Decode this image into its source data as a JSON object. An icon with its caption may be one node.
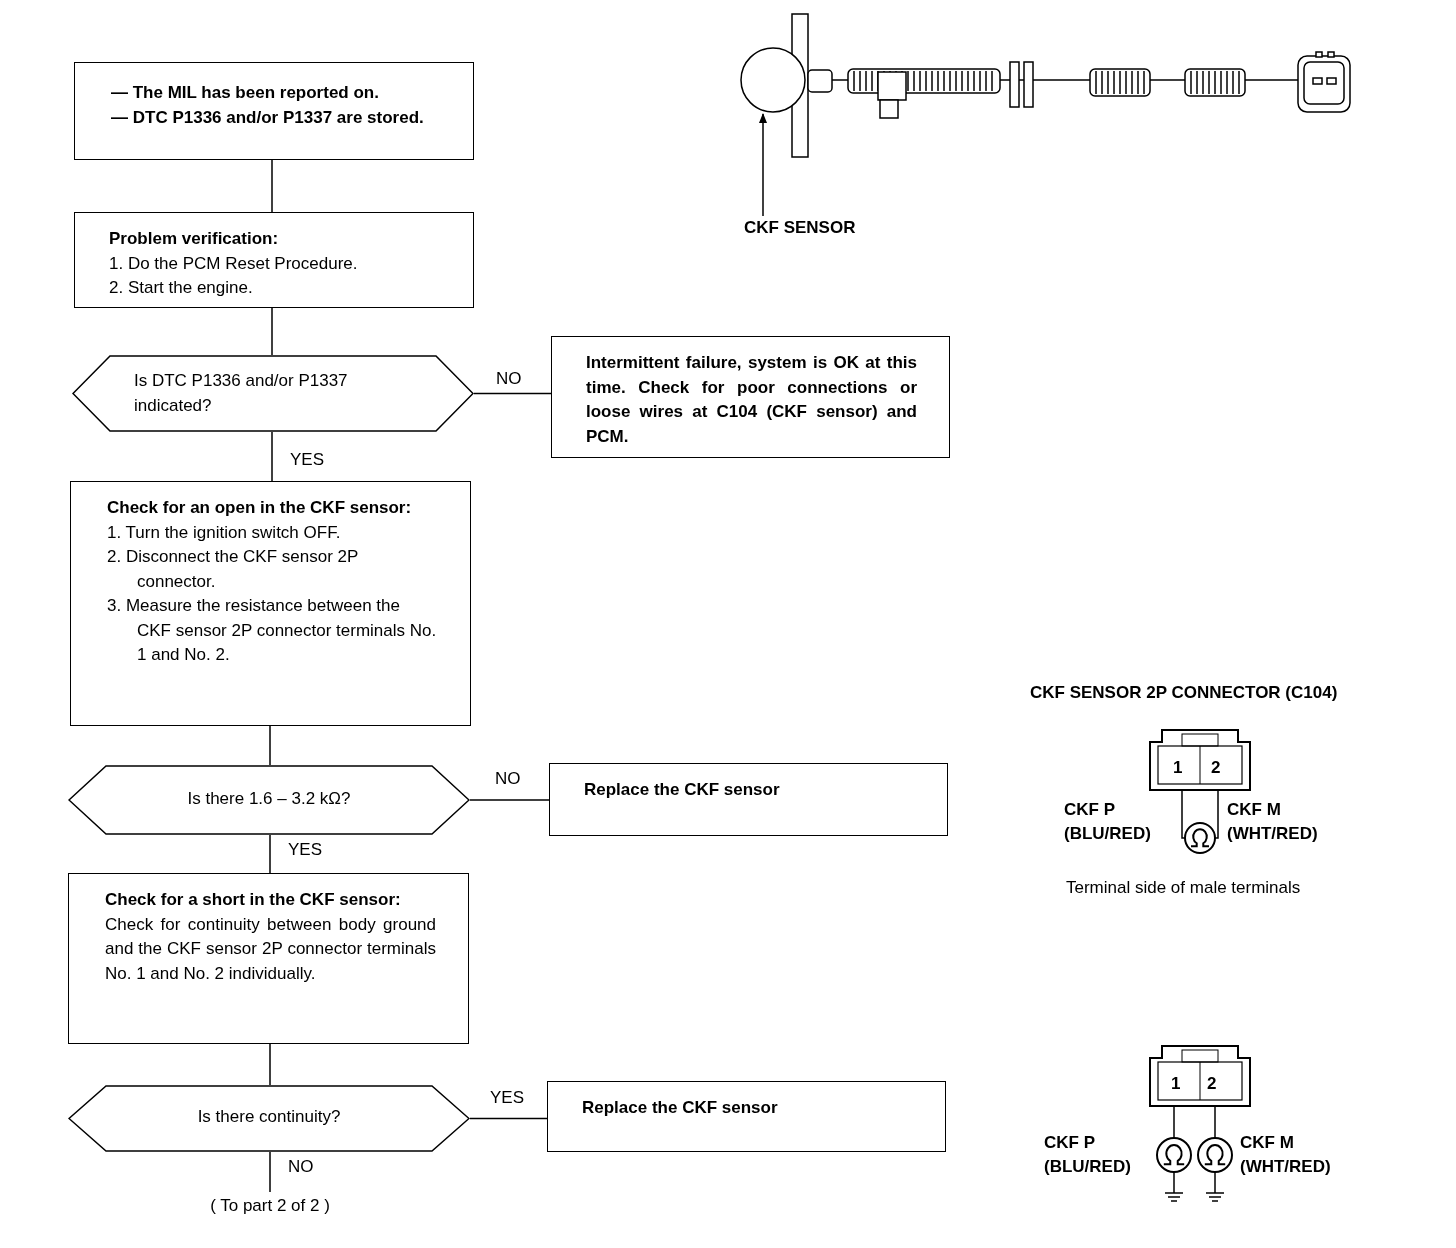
{
  "diagram": {
    "nodes": [
      {
        "text": [
          "— The MIL has been reported on.",
          "— DTC P1336 and/or P1337 are stored."
        ]
      },
      {
        "text": [
          "Problem verification:",
          "1. Do the PCM Reset Procedure.",
          "2. Start the engine."
        ]
      },
      {
        "text": [
          "Is DTC P1336 and/or P1337 indicated?"
        ]
      },
      {
        "text": [
          "Intermittent failure, system is OK at this time. Check for poor connections or loose wires at C104 (CKF sensor) and PCM."
        ]
      },
      {
        "text": [
          "Check for an open in the CKF sensor:",
          "1. Turn the ignition switch OFF.",
          "2. Disconnect the CKF sensor 2P connector.",
          "3. Measure the resistance between the CKF sensor 2P connector terminals No. 1 and No. 2."
        ]
      },
      {
        "text": [
          "Is there 1.6 – 3.2 kΩ?"
        ]
      },
      {
        "text": [
          "Replace the CKF sensor"
        ]
      },
      {
        "text": [
          "Check for a short in the CKF sensor:",
          "Check for continuity between body ground and the CKF sensor 2P connector terminals No. 1 and No. 2 individually."
        ]
      },
      {
        "text": [
          "Is there continuity?"
        ]
      },
      {
        "text": [
          "Replace the CKF sensor"
        ]
      },
      {
        "text": [
          "( To part 2 of 2 )"
        ]
      },
      {
        "text": [],
        "shape": "circle"
      },
      {
        "text": [
          "CKF SENSOR"
        ]
      }
    ],
    "edges": [
      {
        "from": 0,
        "to": 1,
        "arrow": "none"
      },
      {
        "from": 1,
        "to": 2,
        "arrow": "none"
      },
      {
        "from": 2,
        "to": 3,
        "arrow": "none",
        "label": "NO"
      },
      {
        "from": 2,
        "to": 4,
        "arrow": "none",
        "label": "YES"
      },
      {
        "from": 4,
        "to": 5,
        "arrow": "none"
      },
      {
        "from": 5,
        "to": 6,
        "arrow": "none",
        "label": "NO"
      },
      {
        "from": 5,
        "to": 7,
        "arrow": "none",
        "label": "YES"
      },
      {
        "from": 7,
        "to": 8,
        "arrow": "none"
      },
      {
        "from": 8,
        "to": 9,
        "arrow": "none",
        "label": "YES"
      },
      {
        "from": 8,
        "to": 10,
        "arrow": "none",
        "label": "NO"
      },
      {
        "from": 12,
        "to": 11,
        "arrow": "to"
      }
    ],
    "labels": [
      "CKF SENSOR 2P CONNECTOR (C104)",
      "1",
      "2",
      "CKF P (BLU/RED)",
      "CKF M (WHT/RED)",
      "Terminal side of male terminals",
      "1",
      "2",
      "CKF P (BLU/RED)",
      "CKF M (WHT/RED)"
    ]
  }
}
